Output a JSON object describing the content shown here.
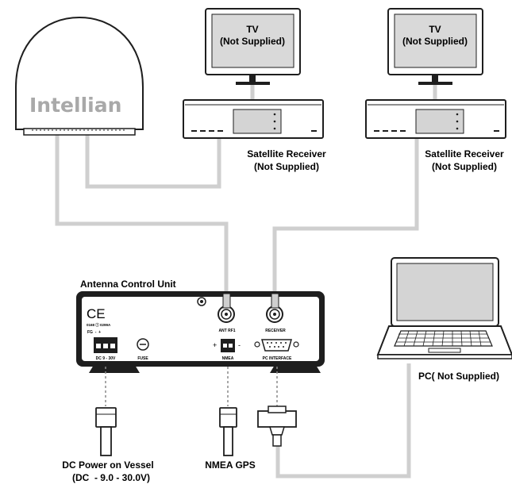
{
  "antenna": {
    "brand": "Intellian"
  },
  "tv_left": {
    "line1": "TV",
    "line2": "(Not Supplied)"
  },
  "tv_right": {
    "line1": "TV",
    "line2": "(Not Supplied)"
  },
  "receiver_left": {
    "line1": "Satellite Receiver",
    "line2": "(Not Supplied)"
  },
  "receiver_right": {
    "line1": "Satellite Receiver",
    "line2": "(Not Supplied)"
  },
  "acu": {
    "title": "Antenna Control Unit",
    "ce_mark": "CE",
    "ce_code": "0168 ⓘ 0299A",
    "dc_polarity": "FG  -  +",
    "dc_label": "DC 9 - 30V",
    "fuse_label": "FUSE",
    "ant_rf1_label": "ANT RF1",
    "receiver_label": "RECEIVER",
    "nmea_label": "NMEA",
    "nmea_plus": "+",
    "nmea_minus": "-",
    "pc_interface_label": "PC INTERFACE"
  },
  "pc": {
    "label": "PC( Not Supplied)"
  },
  "dc_power": {
    "line1": "DC Power on Vessel",
    "line2": "(DC  - 9.0 - 30.0V)"
  },
  "nmea_gps": {
    "label": "NMEA GPS"
  }
}
